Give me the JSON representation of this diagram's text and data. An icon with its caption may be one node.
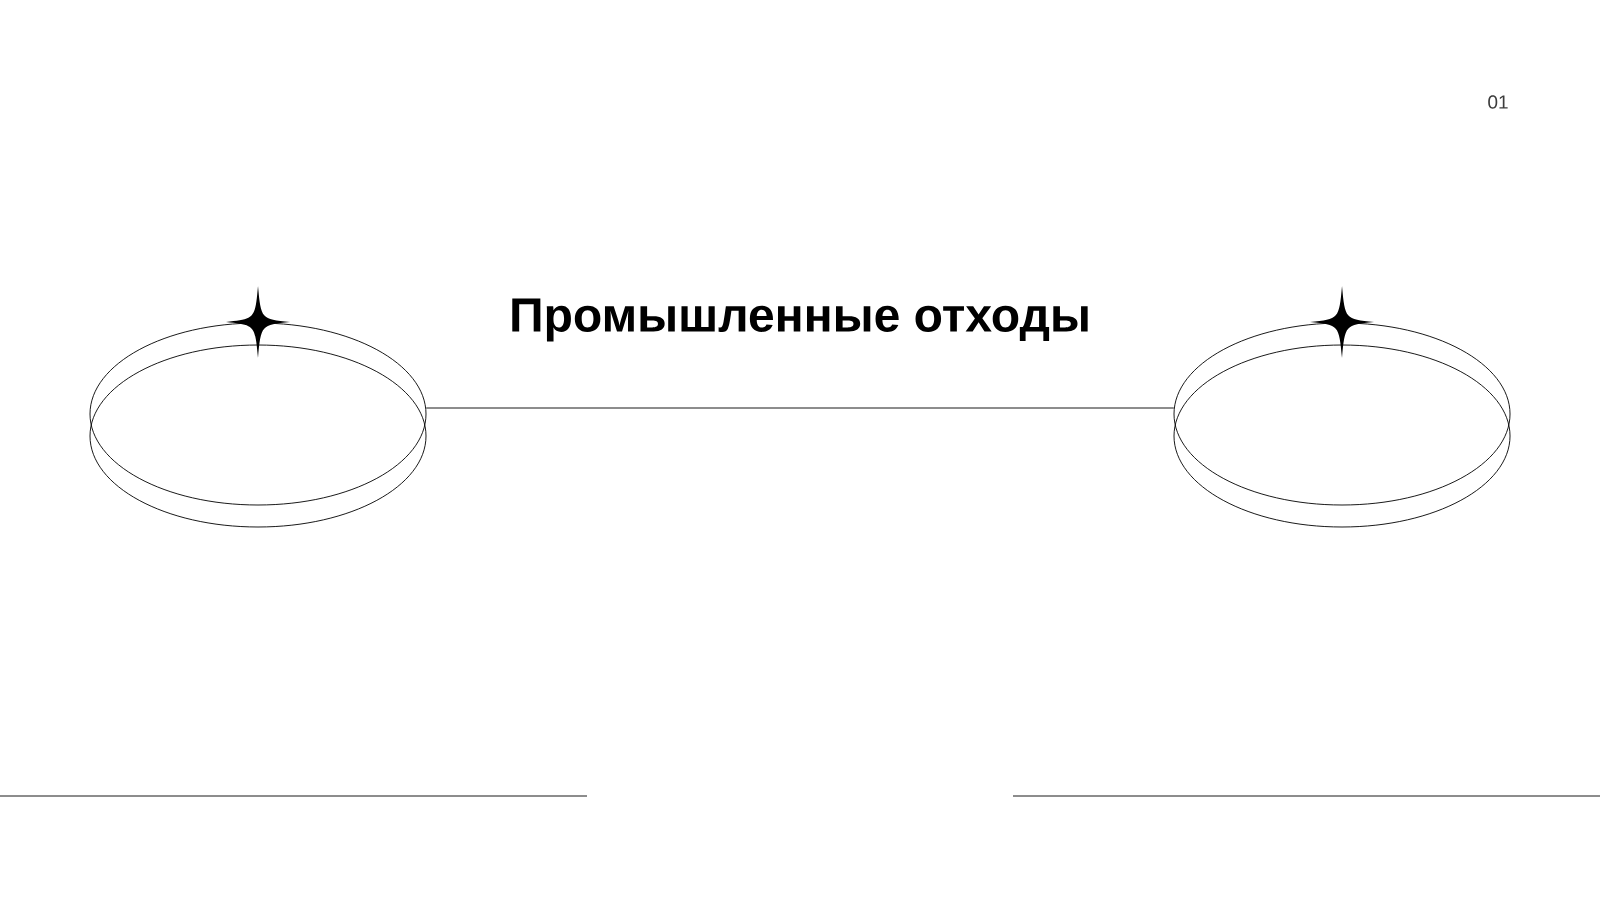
{
  "diagram": {
    "title": "Промышленные отходы",
    "nodes": [
      {
        "text": [],
        "shape": "ellipse"
      },
      {
        "text": [],
        "shape": "ellipse"
      }
    ],
    "edges": [
      {
        "from": 0,
        "to": 1,
        "arrow": "none"
      }
    ],
    "labels": [
      "01"
    ]
  }
}
